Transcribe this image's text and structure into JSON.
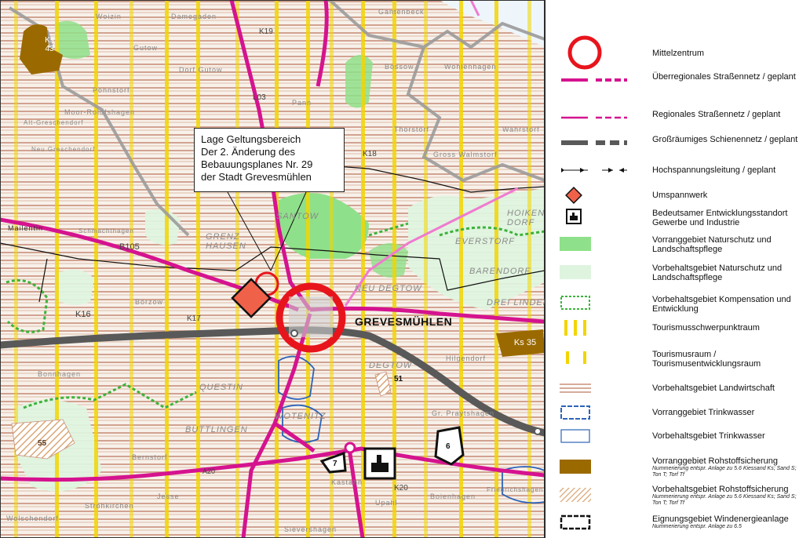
{
  "callout": {
    "lines": [
      "Lage Geltungsbereich",
      "Der 2. Änderung des",
      "Bebauungsplanes Nr. 29",
      "der Stadt Grevesmühlen"
    ]
  },
  "city_label": "GREVESMÜHLEN",
  "place_labels": [
    {
      "id": "woizin",
      "text": "Woizin"
    },
    {
      "id": "damegaden",
      "text": "Damegaden"
    },
    {
      "id": "gantenbeck",
      "text": "Gantenbeck"
    },
    {
      "id": "gutow",
      "text": "Gutow"
    },
    {
      "id": "dorf-gutow",
      "text": "Dorf Gutow"
    },
    {
      "id": "moor-rolofshagen",
      "text": "Moor-Rolofshagen"
    },
    {
      "id": "pohnstorf",
      "text": "Pohnstorf"
    },
    {
      "id": "greschendorf",
      "text": "Alt-Greschendorf"
    },
    {
      "id": "neu-greschendorf",
      "text": "Neu Greschendorf"
    },
    {
      "id": "boessow",
      "text": "Bössow"
    },
    {
      "id": "wohlenhagen",
      "text": "Wohlenhagen"
    },
    {
      "id": "thorstorf",
      "text": "Thorstorf"
    },
    {
      "id": "wahrstorf",
      "text": "Wahrstorf"
    },
    {
      "id": "gross-walmstorf",
      "text": "Gross Walmstorf"
    },
    {
      "id": "pann",
      "text": "Pann"
    },
    {
      "id": "mailentin",
      "text": "Mailentin"
    },
    {
      "id": "schmachthagen",
      "text": "Schmachthagen"
    },
    {
      "id": "wotenitz",
      "text": "WOTENITZ"
    },
    {
      "id": "buttlingen",
      "text": "BUTTLINGEN"
    },
    {
      "id": "questin",
      "text": "QUESTIN"
    },
    {
      "id": "barendorf",
      "text": "BARENDORF"
    },
    {
      "id": "drei-linden",
      "text": "DREI LINDEN"
    },
    {
      "id": "everstorf",
      "text": "EVERSTORF"
    },
    {
      "id": "hoiken-dorf",
      "text": "HOIKEN-DORF"
    },
    {
      "id": "neu-degtow",
      "text": "NEU DEGTOW"
    },
    {
      "id": "degtow",
      "text": "DEGTOW"
    },
    {
      "id": "santow",
      "text": "SANTOW"
    },
    {
      "id": "grenzhausen",
      "text": "GRENZ HAUSEN"
    },
    {
      "id": "boerzow",
      "text": "Börzow"
    },
    {
      "id": "bonnhagen",
      "text": "Bonnhagen"
    },
    {
      "id": "bernstorf",
      "text": "Bernstorf"
    },
    {
      "id": "gr-praytshagen",
      "text": "Gr. Praytshagen"
    },
    {
      "id": "hilgendorf",
      "text": "Hilgendorf"
    },
    {
      "id": "friedrichshagen",
      "text": "Friedrichshagen"
    },
    {
      "id": "kastahn",
      "text": "Kastahn"
    },
    {
      "id": "upahl",
      "text": "Upahl"
    },
    {
      "id": "jesse",
      "text": "Jesse"
    },
    {
      "id": "strohkirchen",
      "text": "Strohkirchen"
    },
    {
      "id": "wolschendorf",
      "text": "Wolschendorf"
    },
    {
      "id": "sievershagen",
      "text": "Sievershagen"
    },
    {
      "id": "boienhagen",
      "text": "Boienhagen"
    }
  ],
  "road_labels": [
    {
      "id": "b105",
      "text": "B105"
    },
    {
      "id": "k16",
      "text": "K16"
    },
    {
      "id": "k17",
      "text": "K17"
    },
    {
      "id": "k18",
      "text": "K18"
    },
    {
      "id": "k19",
      "text": "K19"
    },
    {
      "id": "k20",
      "text": "K20"
    },
    {
      "id": "l03",
      "text": "L03"
    },
    {
      "id": "a20",
      "text": "A20"
    }
  ],
  "area_badges": [
    {
      "id": "ks43",
      "line1": "Ks",
      "line2": "43"
    },
    {
      "id": "ks35",
      "line1": "Ks",
      "line2": "35"
    }
  ],
  "area_numbers": [
    {
      "id": "n55",
      "text": "55"
    },
    {
      "id": "n51",
      "text": "51"
    },
    {
      "id": "n6",
      "text": "6"
    },
    {
      "id": "n7",
      "text": "7"
    }
  ],
  "legend": [
    {
      "id": "mittelzentrum",
      "text": "Mittelzentrum",
      "sub": ""
    },
    {
      "id": "ueberregionales-strassennetz",
      "text": "Überregionales Straßennetz / geplant",
      "sub": ""
    },
    {
      "id": "regionales-strassennetz",
      "text": "Regionales Straßennetz / geplant",
      "sub": ""
    },
    {
      "id": "schienennetz",
      "text": "Großräumiges Schienennetz / geplant",
      "sub": ""
    },
    {
      "id": "hochspannungsleitung",
      "text": "Hochspannungsleitung / geplant",
      "sub": ""
    },
    {
      "id": "umspannwerk",
      "text": "Umspannwerk",
      "sub": ""
    },
    {
      "id": "entwicklungsstandort",
      "text": "Bedeutsamer Entwicklungsstandort Gewerbe und Industrie",
      "sub": ""
    },
    {
      "id": "vorrang-naturschutz",
      "text": "Vorranggebiet Naturschutz und Landschaftspflege",
      "sub": ""
    },
    {
      "id": "vorbehalt-naturschutz",
      "text": "Vorbehaltsgebiet Naturschutz und Landschaftspflege",
      "sub": ""
    },
    {
      "id": "vorbehalt-kompensation",
      "text": "Vorbehaltsgebiet Kompensation und Entwicklung",
      "sub": ""
    },
    {
      "id": "tourismusschwerpunkt",
      "text": "Tourismusschwerpunktraum",
      "sub": ""
    },
    {
      "id": "tourismusraum",
      "text": "Tourismusraum / Tourismusentwicklungsraum",
      "sub": ""
    },
    {
      "id": "vorbehalt-landwirtschaft",
      "text": "Vorbehaltsgebiet Landwirtschaft",
      "sub": ""
    },
    {
      "id": "vorrang-trinkwasser",
      "text": "Vorranggebiet Trinkwasser",
      "sub": ""
    },
    {
      "id": "vorbehalt-trinkwasser",
      "text": "Vorbehaltsgebiet Trinkwasser",
      "sub": ""
    },
    {
      "id": "vorrang-rohstoff",
      "text": "Vorranggebiet Rohstoffsicherung",
      "sub": "Nummerierung entspr. Anlage zu 5.6 Kiessand Ks; Sand S; Ton T; Torf Tf"
    },
    {
      "id": "vorbehalt-rohstoff",
      "text": "Vorbehaltsgebiet Rohstoffsicherung",
      "sub": "Nummerierung entspr. Anlage zu 5.6 Kiessand Ks; Sand S; Ton T; Torf Tf"
    },
    {
      "id": "eignung-windenergie",
      "text": "Eignungsgebiet Windenergieanlage",
      "sub": "Nummerierung entspr. Anlage zu 6.5"
    }
  ],
  "colors": {
    "magenta": "#d5138f",
    "pink_planned": "#f07ad0",
    "rail": "#595959",
    "mittelzentrum": "#e8141c",
    "agriculture": "#c98f7a",
    "tourism": "#f2d500",
    "nature_strong": "#8fe08a",
    "nature_light": "#dff4df",
    "compensation": "#3bb33b",
    "water": "#2b63b8",
    "raw_strong": "#9a6a00",
    "raw_light": "#d8a676",
    "district": "#9b9b9b",
    "power_line": "#111111"
  }
}
